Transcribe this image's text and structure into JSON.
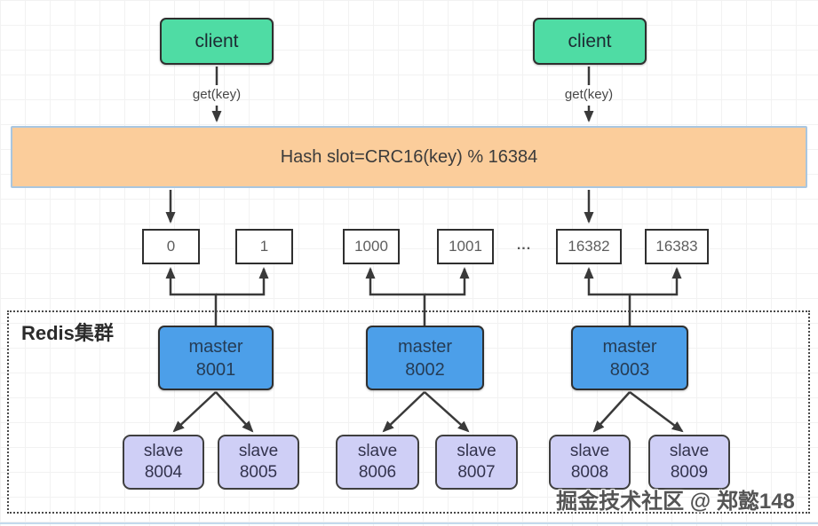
{
  "diagram": {
    "clients": [
      {
        "label": "client"
      },
      {
        "label": "client"
      }
    ],
    "get_key_label": "get(key)",
    "hash_bar": {
      "label": "Hash slot=CRC16(key) % 16384"
    },
    "slots": {
      "items": [
        "0",
        "1",
        "1000",
        "1001",
        "16382",
        "16383"
      ],
      "ellipsis": "..."
    },
    "cluster": {
      "label": "Redis集群",
      "masters": [
        {
          "role": "master",
          "port": "8001"
        },
        {
          "role": "master",
          "port": "8002"
        },
        {
          "role": "master",
          "port": "8003"
        }
      ],
      "slaves": [
        {
          "role": "slave",
          "port": "8004"
        },
        {
          "role": "slave",
          "port": "8005"
        },
        {
          "role": "slave",
          "port": "8006"
        },
        {
          "role": "slave",
          "port": "8007"
        },
        {
          "role": "slave",
          "port": "8008"
        },
        {
          "role": "slave",
          "port": "8009"
        }
      ]
    },
    "watermark": "掘金技术社区 @ 郑懿148",
    "colors": {
      "client_fill": "#4fdca4",
      "hash_bar_fill": "#fbcd9b",
      "hash_bar_border": "#a9c6e0",
      "master_fill": "#4c9fe9",
      "slave_fill": "#cfcff6",
      "slot_fill": "#ffffff",
      "arrow": "#3a3a3a"
    }
  }
}
